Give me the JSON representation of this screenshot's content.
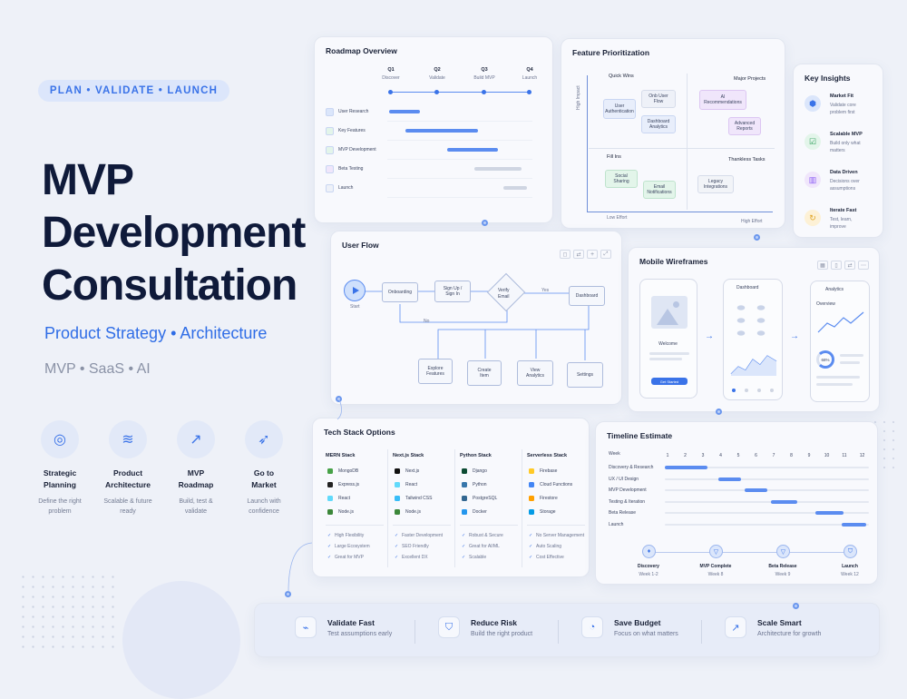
{
  "hero": {
    "tagline": "PLAN • VALIDATE • LAUNCH",
    "title_1": "MVP",
    "title_2": "Development",
    "title_3": "Consultation",
    "subtitle": "Product Strategy • Architecture",
    "tags": "MVP • SaaS • AI"
  },
  "features": [
    {
      "title_1": "Strategic",
      "title_2": "Planning",
      "desc_1": "Define the right",
      "desc_2": "problem",
      "icon": "target-icon"
    },
    {
      "title_1": "Product",
      "title_2": "Architecture",
      "desc_1": "Scalable & future",
      "desc_2": "ready",
      "icon": "layers-icon"
    },
    {
      "title_1": "MVP",
      "title_2": "Roadmap",
      "desc_1": "Build, test &",
      "desc_2": "validate",
      "icon": "chart-line-icon"
    },
    {
      "title_1": "Go to",
      "title_2": "Market",
      "desc_1": "Launch with",
      "desc_2": "confidence",
      "icon": "rocket-icon"
    }
  ],
  "roadmap": {
    "title": "Roadmap Overview",
    "quarters": [
      {
        "q": "Q1",
        "label": "Discover"
      },
      {
        "q": "Q2",
        "label": "Validate"
      },
      {
        "q": "Q3",
        "label": "Build MVP"
      },
      {
        "q": "Q4",
        "label": "Launch"
      }
    ],
    "rows": [
      "User Research",
      "Key Features",
      "MVP Development",
      "Beta Testing",
      "Launch"
    ]
  },
  "prioritization": {
    "title": "Feature Prioritization",
    "quick_wins": "Quick Wins",
    "major_projects": "Major Projects",
    "fill_ins": "Fill Ins",
    "thankless": "Thankless Tasks",
    "y_axis": "High Impact",
    "x_low": "Low Effort",
    "x_high": "High Effort",
    "items": {
      "user_auth_1": "User",
      "user_auth_2": "Authentication",
      "onb_1": "Onb User",
      "onb_2": "Flow",
      "dash_1": "Dashboard",
      "dash_2": "Analytics",
      "ai_1": "AI",
      "ai_2": "Recommendations",
      "adv_1": "Advanced",
      "adv_2": "Reports",
      "social_1": "Social",
      "social_2": "Sharing",
      "email_1": "Email",
      "email_2": "Notifications",
      "legacy_1": "Legacy",
      "legacy_2": "Integrations"
    }
  },
  "insights": {
    "title": "Key Insights",
    "items": [
      {
        "title": "Market Fit",
        "l1": "Validate core",
        "l2": "problem first",
        "icon": "cube-icon"
      },
      {
        "title": "Scalable MVP",
        "l1": "Build only what",
        "l2": "matters",
        "icon": "checklist-icon"
      },
      {
        "title": "Data Driven",
        "l1": "Decisions over",
        "l2": "assumptions",
        "icon": "chart-icon"
      },
      {
        "title": "Iterate Fast",
        "l1": "Test, learn,",
        "l2": "improve",
        "icon": "refresh-icon"
      }
    ]
  },
  "userflow": {
    "title": "User Flow",
    "start": "Start",
    "onboarding": "Onboarding",
    "signup_1": "Sign Up /",
    "signup_2": "Sign In",
    "verify_1": "Verify",
    "verify_2": "Email",
    "yes": "Yes",
    "no": "No",
    "dashboard": "Dashboard",
    "explore_1": "Explore",
    "explore_2": "Features",
    "create_1": "Create",
    "create_2": "Item",
    "view_1": "View",
    "view_2": "Analytics",
    "settings": "Settings"
  },
  "wireframes": {
    "title": "Mobile Wireframes",
    "welcome": "Welcome",
    "get_started": "Get Started",
    "dashboard": "Dashboard",
    "analytics": "Analytics",
    "overview": "Overview",
    "percent": "68%"
  },
  "techstack": {
    "title": "Tech Stack Options",
    "columns": [
      {
        "name": "MERN Stack",
        "items": [
          "MongoDB",
          "Express.js",
          "React",
          "Node.js"
        ],
        "checks": [
          "High Flexibility",
          "Large Ecosystem",
          "Great for MVP"
        ]
      },
      {
        "name": "Next.js Stack",
        "items": [
          "Next.js",
          "React",
          "Tailwind CSS",
          "Node.js"
        ],
        "checks": [
          "Faster Development",
          "SEO Friendly",
          "Excellent DX"
        ]
      },
      {
        "name": "Python Stack",
        "items": [
          "Django",
          "Python",
          "PostgreSQL",
          "Docker"
        ],
        "checks": [
          "Robust & Secure",
          "Great for AI/ML",
          "Scalable"
        ]
      },
      {
        "name": "Serverless Stack",
        "items": [
          "Firebase",
          "Cloud Functions",
          "Firestore",
          "Storage"
        ],
        "checks": [
          "No Server Management",
          "Auto Scaling",
          "Cost Effective"
        ]
      }
    ]
  },
  "timeline": {
    "title": "Timeline Estimate",
    "week_label": "Week",
    "weeks": [
      "1",
      "2",
      "3",
      "4",
      "5",
      "6",
      "7",
      "8",
      "9",
      "10",
      "11",
      "12"
    ],
    "rows": [
      "Discovery & Research",
      "UX / UI Design",
      "MVP Development",
      "Testing & Iteration",
      "Beta Release",
      "Launch"
    ],
    "milestones": [
      {
        "name": "Discovery",
        "week": "Week 1-2"
      },
      {
        "name": "MVP Complete",
        "week": "Week 8"
      },
      {
        "name": "Beta Release",
        "week": "Week 9"
      },
      {
        "name": "Launch",
        "week": "Week 12"
      }
    ]
  },
  "benefits": [
    {
      "title": "Validate Fast",
      "desc": "Test assumptions early",
      "icon": "pulse-icon"
    },
    {
      "title": "Reduce Risk",
      "desc": "Build the right product",
      "icon": "shield-icon"
    },
    {
      "title": "Save Budget",
      "desc": "Focus on what matters",
      "icon": "piggy-bank-icon"
    },
    {
      "title": "Scale Smart",
      "desc": "Architecture for growth",
      "icon": "trend-icon"
    }
  ]
}
